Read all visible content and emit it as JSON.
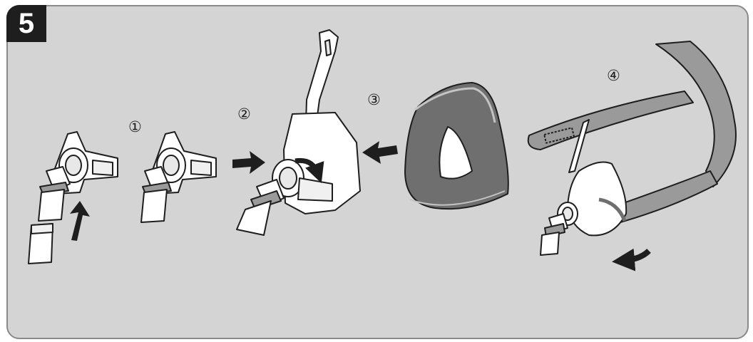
{
  "figure": {
    "badge": "5",
    "steps": [
      {
        "label": "①"
      },
      {
        "label": "②"
      },
      {
        "label": "③"
      },
      {
        "label": "④"
      }
    ]
  },
  "colors": {
    "background": "#d4d4d4",
    "badge": "#1e1e1e",
    "outline": "#1e1e1e",
    "cushion": "#6f6f6f",
    "strap": "#9a9a9a",
    "part": "#ffffff"
  },
  "icons": [
    "elbow-connector",
    "swivel",
    "mask-frame",
    "cushion",
    "headgear",
    "arrow"
  ]
}
